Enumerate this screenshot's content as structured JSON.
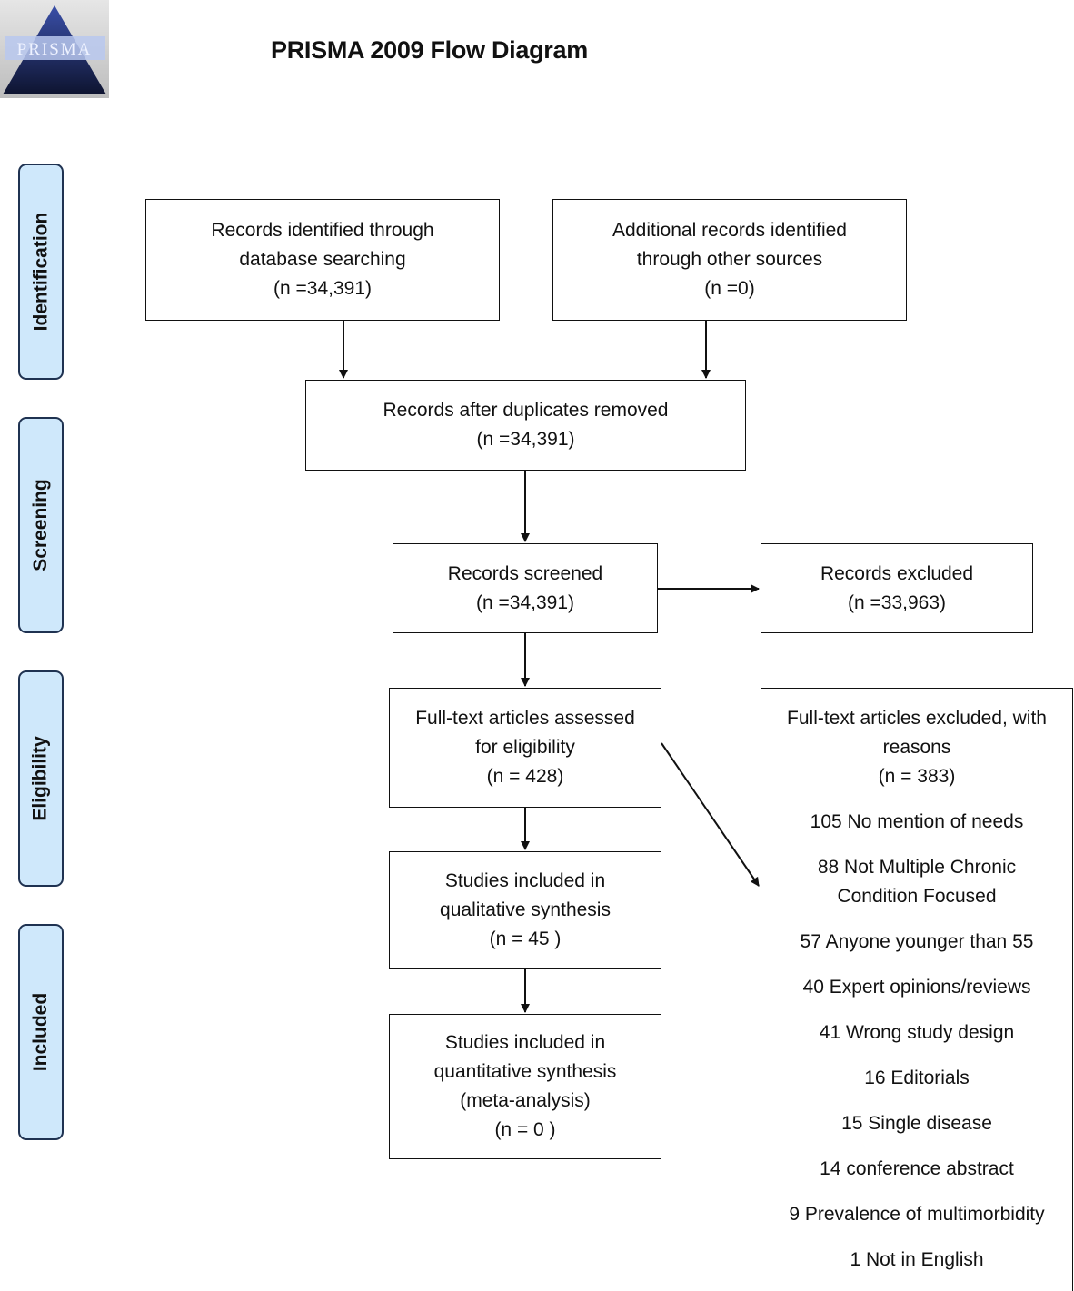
{
  "header": {
    "title": "PRISMA 2009 Flow Diagram",
    "logo_text": "PRISMA"
  },
  "phases": [
    "Identification",
    "Screening",
    "Eligibility",
    "Included"
  ],
  "boxes": {
    "database": {
      "lines": [
        "Records identified through",
        "database searching",
        "(n =34,391)"
      ]
    },
    "other_sources": {
      "lines": [
        "Additional records identified",
        "through other sources",
        "(n =0)"
      ]
    },
    "duplicates_removed": {
      "lines": [
        "Records after duplicates removed",
        "(n =34,391)"
      ]
    },
    "screened": {
      "lines": [
        "Records screened",
        "(n =34,391)"
      ]
    },
    "excluded": {
      "lines": [
        "Records excluded",
        "(n =33,963)"
      ]
    },
    "fulltext_assessed": {
      "lines": [
        "Full-text articles assessed",
        "for eligibility",
        "(n = 428)"
      ]
    },
    "qualitative": {
      "lines": [
        "Studies included in",
        "qualitative synthesis",
        "(n = 45 )"
      ]
    },
    "quantitative": {
      "lines": [
        "Studies included in",
        "quantitative synthesis",
        "(meta-analysis)",
        "(n = 0 )"
      ]
    }
  },
  "fulltext_excluded": {
    "header": [
      "Full-text articles excluded, with",
      "reasons",
      "(n = 383)"
    ],
    "reasons": [
      [
        "105 No mention of needs"
      ],
      [
        "88 Not Multiple Chronic",
        "Condition Focused"
      ],
      [
        "57 Anyone younger than 55"
      ],
      [
        "40 Expert opinions/reviews"
      ],
      [
        "41 Wrong study design"
      ],
      [
        "16 Editorials"
      ],
      [
        "15 Single disease"
      ],
      [
        "14 conference abstract"
      ],
      [
        "9 Prevalence of multimorbidity"
      ],
      [
        "1 Not in English"
      ]
    ]
  },
  "colors": {
    "phase_fill": "#cfe8fb",
    "phase_border": "#1f3251",
    "logo_blue": "#3a4fa8"
  }
}
